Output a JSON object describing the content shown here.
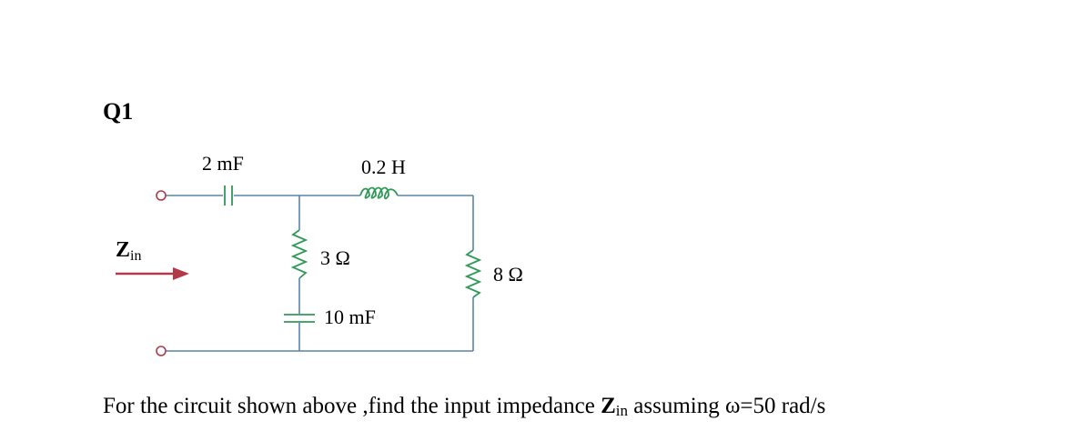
{
  "question": {
    "label": "Q1"
  },
  "circuit": {
    "capacitor_series": "2 mF",
    "inductor": "0.2 H",
    "resistor_shunt": "3 Ω",
    "capacitor_shunt": "10 mF",
    "resistor_load": "8 Ω",
    "input": {
      "symbol": "Z",
      "subscript": "in"
    }
  },
  "caption": {
    "prefix": "For the circuit shown above ,find the input impedance ",
    "z_symbol": "Z",
    "z_subscript": "in",
    "suffix": " assuming ω=50 rad/s"
  },
  "colors": {
    "wire": "#5b84a8",
    "component": "#2f9a57",
    "arrow": "#b23a48"
  }
}
